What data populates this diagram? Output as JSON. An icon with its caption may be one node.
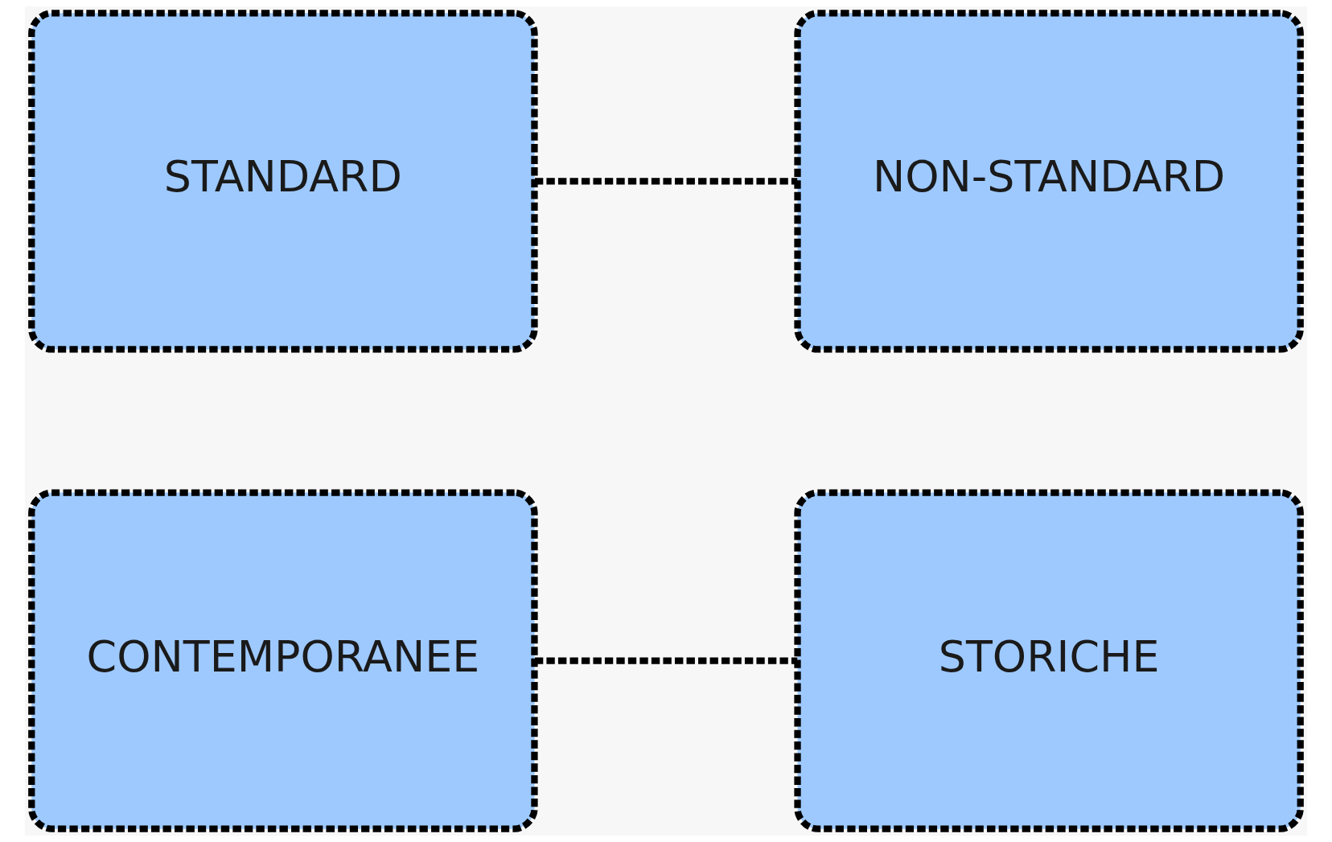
{
  "diagram": {
    "nodes": [
      {
        "text": [
          "STANDARD"
        ]
      },
      {
        "text": [
          "NON-STANDARD"
        ]
      },
      {
        "text": [
          "CONTEMPORANEE"
        ]
      },
      {
        "text": [
          "STORICHE"
        ]
      }
    ],
    "edges": [
      {
        "from": 0,
        "to": 1,
        "arrow": "none",
        "style": "dashed"
      },
      {
        "from": 2,
        "to": 3,
        "arrow": "none",
        "style": "dashed"
      }
    ]
  }
}
